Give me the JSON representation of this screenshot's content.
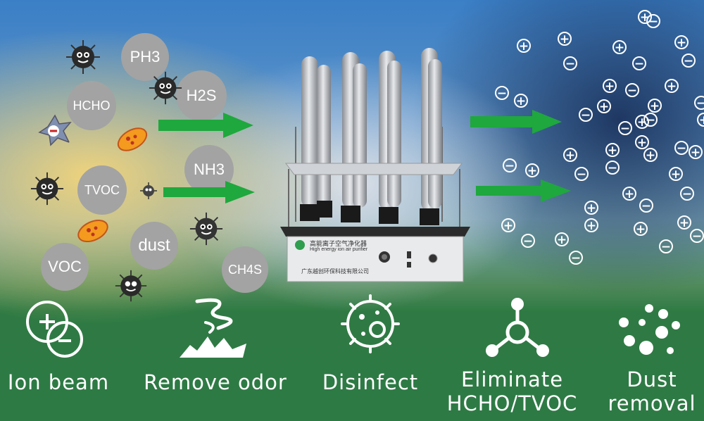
{
  "pollutants": [
    "PH3",
    "H2S",
    "HCHO",
    "NH3",
    "TVOC",
    "dust",
    "VOC",
    "CH4S"
  ],
  "device": {
    "name_cn": "高能离子空气净化器",
    "name_en": "High energy ion air purifier",
    "company": "广东越创环保科技有限公司"
  },
  "features": [
    "Ion beam",
    "Remove odor",
    "Disinfect",
    "Eliminate HCHO/TVOC",
    "Dust removal"
  ],
  "icons": [
    "ion-beam-icon",
    "remove-odor-icon",
    "disinfect-icon",
    "molecule-icon",
    "dust-particles-icon"
  ],
  "colors": {
    "arrow": "#1fa83d",
    "bubble": "#a3a3a3",
    "bottom_band": "#2e7a45"
  }
}
